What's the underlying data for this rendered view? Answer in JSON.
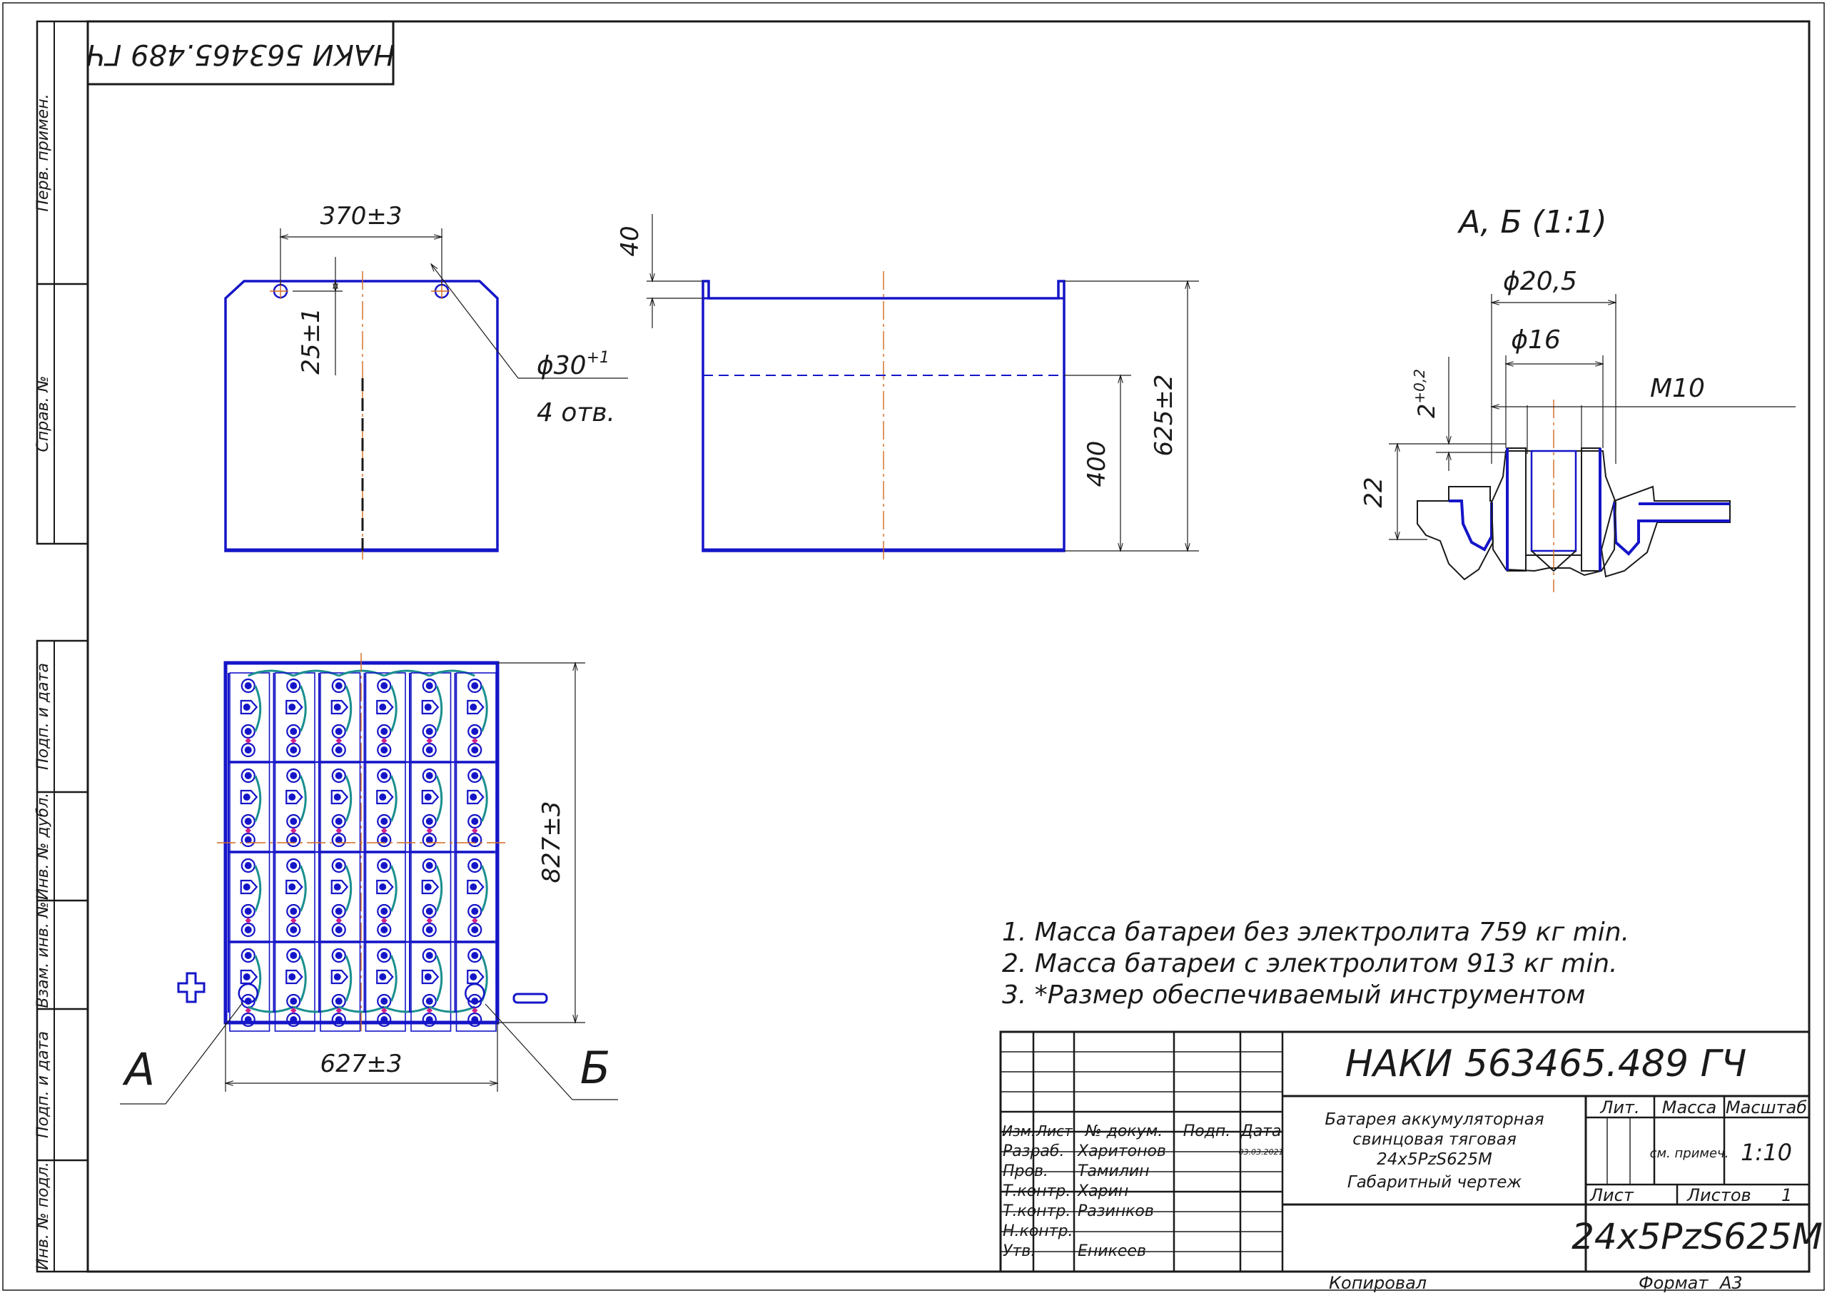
{
  "drawing": {
    "code_mirrored": "НАКИ 563465.489 ГЧ",
    "code": "НАКИ 563465.489 ГЧ",
    "title_lines": [
      "Батарея аккумуляторная",
      "свинцовая тяговая",
      "24x5PzS625M",
      "Габаритный чертеж"
    ],
    "designation": "24x5PzS625M",
    "detail_title": "А, Б (1:1)"
  },
  "side_stamps": [
    "Перв. примен.",
    "Справ. №",
    "Подп. и дата",
    "Инв. № дубл.",
    "Взам. инв. №",
    "Подп. и дата",
    "Инв. № подл."
  ],
  "dimensions": {
    "top_width": "370±3",
    "hole_offset": "25±1",
    "hole_dia": "ϕ30",
    "hole_dia_tol": "+1",
    "hole_count": "4 отв.",
    "rim": "40",
    "level": "400",
    "height": "625±2",
    "length": "827±3",
    "width": "627±3",
    "d_outer": "ϕ20,5",
    "d_inner": "ϕ16",
    "gap": "2",
    "gap_tol": "+0,2",
    "thread": "M10",
    "term_height": "22"
  },
  "markers": {
    "a": "А",
    "b": "Б"
  },
  "notes": [
    "1. Масса батареи без электролита 759 кг min.",
    "2. Масса батареи с электролитом 913 кг min.",
    "3.  *Размер обеспечиваемый инструментом"
  ],
  "title_block": {
    "headers": [
      "Изм.",
      "Лист",
      "№ докум.",
      "Подп.",
      "Дата"
    ],
    "roles": [
      "Разраб.",
      "Пров.",
      "Т.контр.",
      "Т.контр.",
      "Н.контр.",
      "Утв."
    ],
    "names": [
      "Харитонов",
      "Тамилин",
      "Харин",
      "Разинков",
      "",
      "Еникеев"
    ],
    "date": "03.03.2021",
    "lit_label": "Лит.",
    "mass_label": "Масса",
    "scale_label": "Масштаб",
    "mass_value": "см. примеч.",
    "scale_value": "1:10",
    "sheet_label": "Лист",
    "sheets_label": "Листов",
    "sheets_value": "1",
    "copied": "Копировал",
    "format_label": "Формат",
    "format_value": "А3"
  },
  "colors": {
    "line": "#1a1a1a",
    "outline": "#1515c8",
    "axis": "#d2691e",
    "link": "#1a8f8f",
    "marker": "#d0208a"
  }
}
